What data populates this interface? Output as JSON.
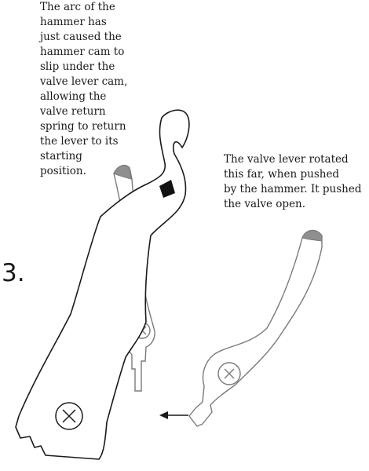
{
  "step_number": "3.",
  "hammer_note": {
    "lines": [
      "The arc of the",
      "hammer has",
      "just caused the",
      "hammer cam to",
      "slip under the",
      "valve lever cam,",
      "allowing the",
      "valve return",
      "spring to return",
      "the lever to its",
      "starting",
      "position."
    ]
  },
  "valve_note": {
    "lines": [
      "The valve lever rotated",
      "this far, when pushed",
      "by the hammer. It pushed",
      "the valve open."
    ]
  },
  "colors": {
    "line": "#1a1a1a",
    "faint_line": "#7a7a7a",
    "cam_tip": "#8f8f8f",
    "cam_black": "#111111"
  }
}
